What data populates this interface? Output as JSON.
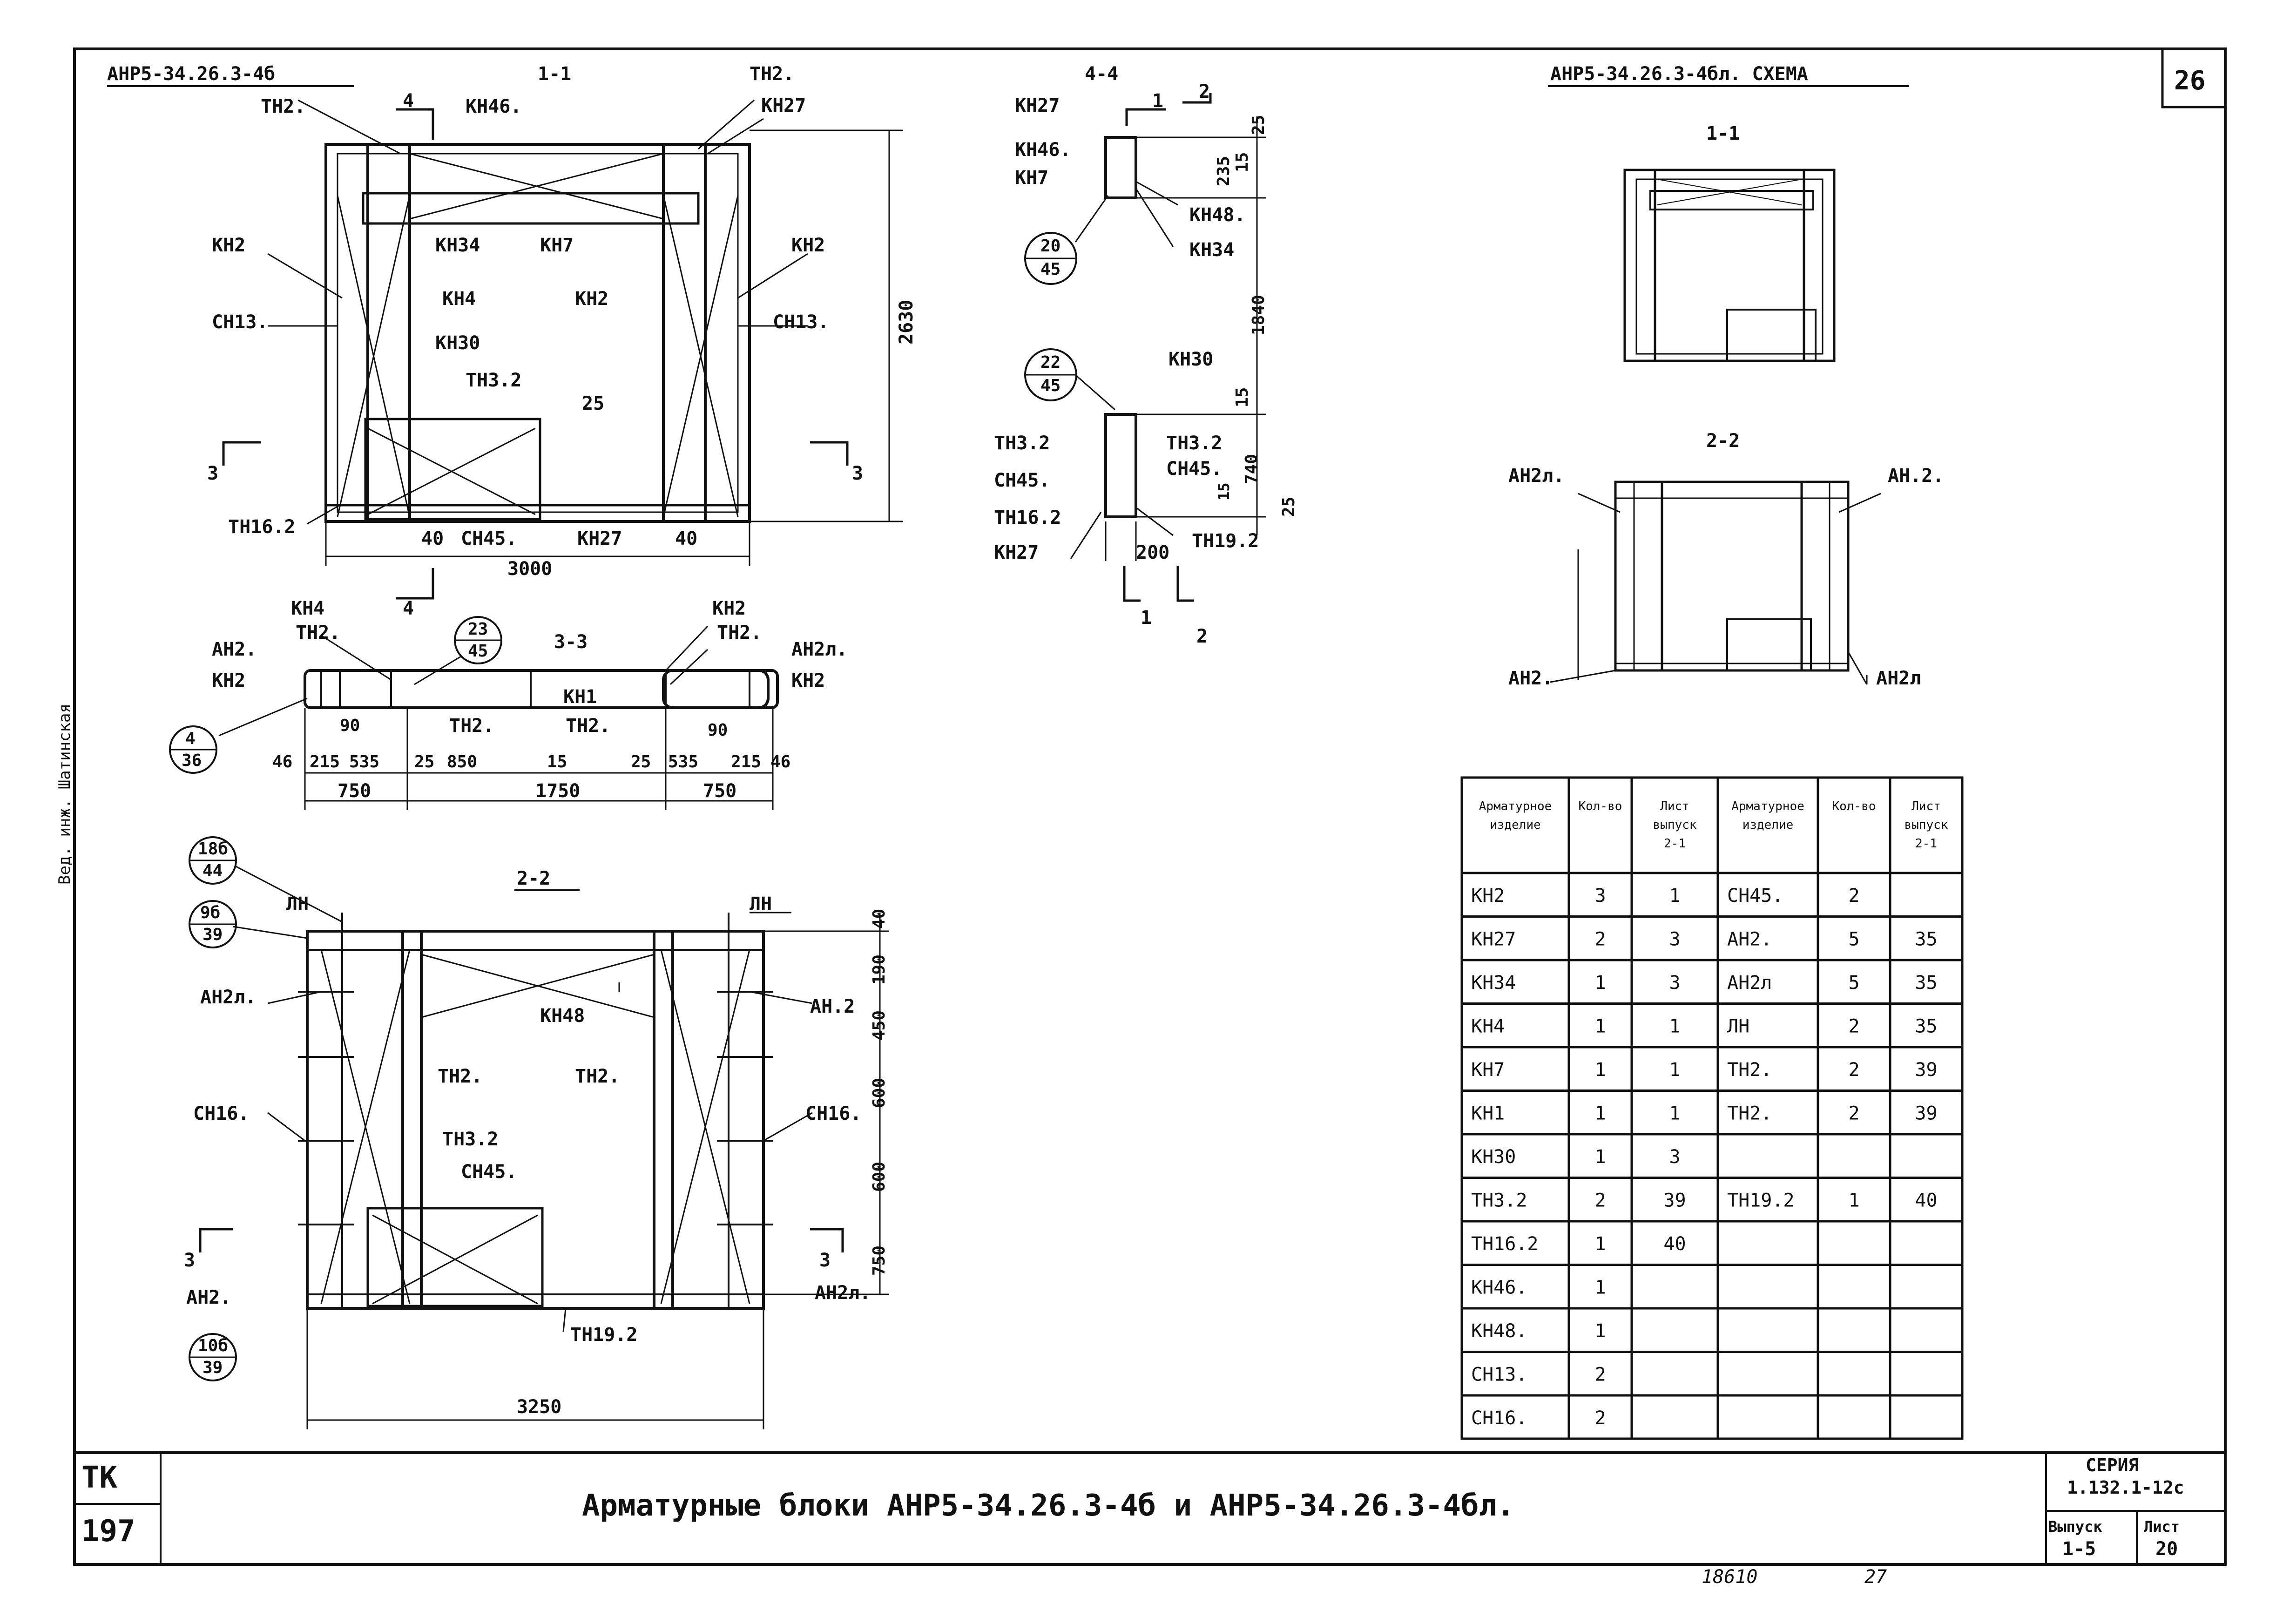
{
  "sheet": {
    "corner_number": "26",
    "series_label": "СЕРИЯ",
    "series_value": "1.132.1-12с",
    "issue_label": "Выпуск",
    "issue_value": "1-5",
    "sheet_label": "Лист",
    "sheet_value": "20",
    "tk_label": "ТК",
    "tk_value": "197",
    "title": "Арматурные блоки АНР5-34.26.3-4б и АНР5-34.26.3-4бл.",
    "side_stamp": "Вед. инж. Шатинская",
    "footer_inventory": "18610",
    "footer_page": "27"
  },
  "views": {
    "main_mark": "АНР5-34.26.3-4б",
    "section_1_1": "1-1",
    "section_2_2": "2-2",
    "section_3_3": "3-3",
    "section_4_4": "4-4",
    "scheme_title": "АНР5-34.26.3-4бл. СХЕМА",
    "scheme_1_1": "1-1",
    "scheme_2_2": "2-2"
  },
  "labels_1_1": {
    "th2_left": "ТН2.",
    "kn46": "КН46.",
    "th2_right": "ТН2.",
    "kn27_top": "КН27",
    "kn2_left": "КН2",
    "kn34": "КН34",
    "kn7": "КН7",
    "kn2_right": "КН2",
    "ch13_left": "СН13.",
    "kn4": "КН4",
    "kn2_mid": "КН2",
    "ch13_right": "СН13.",
    "kn30": "КН30",
    "th32": "ТН3.2",
    "d25": "25",
    "th162": "ТН16.2",
    "d40a": "40",
    "ch45": "СН45.",
    "kn27_bot": "КН27",
    "d40b": "40",
    "d3000": "3000",
    "d2630": "2630",
    "cut4_top": "4",
    "cut4_bot": "4",
    "cut3_left": "3",
    "cut3_right": "3"
  },
  "labels_3_3": {
    "kn4": "КН4",
    "th2_a": "ТН2.",
    "ah2": "АН2.",
    "kn2_a": "КН2",
    "c23_top": "23",
    "c23_bot": "45",
    "kn2_b": "КН2",
    "th2_b": "ТН2.",
    "ah2l": "АН2л.",
    "kn2_c": "КН2",
    "kn1": "КН1",
    "th2_c": "ТН2.",
    "th2_d": "ТН2.",
    "c4_top": "4",
    "c4_bot": "36",
    "d90a": "90",
    "d90b": "90",
    "d46a": "46",
    "d215a": "215",
    "d535a": "535",
    "d25a": "25",
    "d850": "850",
    "d15": "15",
    "d25b": "25",
    "d535b": "535",
    "d215b": "215",
    "d46b": "46",
    "d750a": "750",
    "d1750": "1750",
    "d750b": "750"
  },
  "labels_2_2": {
    "c18_top": "18б",
    "c18_bot": "44",
    "lh_left": "ЛН",
    "lh_right": "ЛН",
    "c9_top": "9б",
    "c9_bot": "39",
    "ah2l_left": "АН2л.",
    "kn48": "КН48",
    "ah2_right": "АН.2",
    "th2_left": "ТН2.",
    "th2_right": "ТН2.",
    "ch16_left": "СН16.",
    "ch16_right": "СН16.",
    "th32": "ТН3.2",
    "ch45": "СН45.",
    "ah2_left": "АН2.",
    "ah2l_right": "АН2л.",
    "th192": "ТН19.2",
    "c10_top": "10б",
    "c10_bot": "39",
    "d3250": "3250",
    "d40": "40",
    "d190": "190",
    "d450": "450",
    "d600a": "600",
    "d600b": "600",
    "d750": "750",
    "cut3_left": "3",
    "cut3_right": "3"
  },
  "labels_4_4": {
    "kn27_top": "КН27",
    "kn46": "КН46.",
    "kn7": "КН7",
    "c20_top": "20",
    "c20_bot": "45",
    "kn48": "КН48.",
    "kn34": "КН34",
    "d1": "1",
    "d2": "2",
    "d25_top": "25",
    "d235": "235",
    "d15_top": "15",
    "d1840": "1840",
    "c22_top": "22",
    "c22_bot": "45",
    "kn30": "КН30",
    "d15_mid": "15",
    "th32_left": "ТН3.2",
    "th32_right": "ТН3.2",
    "ch45_left": "СН45.",
    "ch45_right": "СН45.",
    "d740": "740",
    "d15_low": "15",
    "d25_bot": "25",
    "th162": "ТН16.2",
    "kn27_bot": "КН27",
    "d200": "200",
    "th192": "ТН19.2",
    "cut1": "1",
    "cut2": "2"
  },
  "labels_scheme": {
    "ah2l_left": "АН2л.",
    "ah2_right": "АН.2.",
    "ah2_bot_left": "АН2.",
    "ah2l_bot_right": "АН2л"
  },
  "table": {
    "headers": [
      "Арматурное изделие",
      "Кол-во",
      "Лист выпуск 2-1",
      "Арматурное изделие",
      "Кол-во",
      "Лист выпуск 2-1"
    ],
    "rows": [
      [
        "КН2",
        "3",
        "1",
        "СН45.",
        "2",
        ""
      ],
      [
        "КН27",
        "2",
        "3",
        "АН2.",
        "5",
        "35"
      ],
      [
        "КН34",
        "1",
        "3",
        "АН2л",
        "5",
        "35"
      ],
      [
        "КН4",
        "1",
        "1",
        "ЛН",
        "2",
        "35"
      ],
      [
        "КН7",
        "1",
        "1",
        "ТН2.",
        "2",
        "39"
      ],
      [
        "КН1",
        "1",
        "1",
        "ТН2.",
        "2",
        "39"
      ],
      [
        "КН30",
        "1",
        "3",
        "",
        "",
        ""
      ],
      [
        "ТН3.2",
        "2",
        "39",
        "ТН19.2",
        "1",
        "40"
      ],
      [
        "ТН16.2",
        "1",
        "40",
        "",
        "",
        ""
      ],
      [
        "КН46.",
        "1",
        "",
        "",
        "",
        ""
      ],
      [
        "КН48.",
        "1",
        "",
        "",
        "",
        ""
      ],
      [
        "СН13.",
        "2",
        "",
        "",
        "",
        ""
      ],
      [
        "СН16.",
        "2",
        "",
        "",
        "",
        ""
      ]
    ]
  }
}
